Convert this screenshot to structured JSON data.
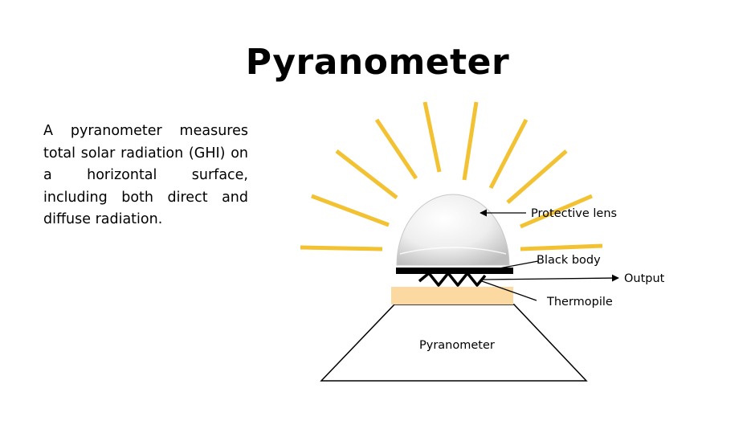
{
  "slide": {
    "title": "Pyranometer",
    "description": "A pyranometer measures total solar radiation (GHI) on a horizontal surface, including both direct and diffuse radiation."
  },
  "diagram": {
    "labels": {
      "protective_lens": "Protective lens",
      "black_body": "Black body",
      "output": "Output",
      "thermopile": "Thermopile",
      "base": "Pyranometer"
    },
    "colors": {
      "sun_rays": "#F2C233",
      "thermopile_plate": "#FCD9A0",
      "black_body": "#000000",
      "outline": "#000000"
    }
  }
}
